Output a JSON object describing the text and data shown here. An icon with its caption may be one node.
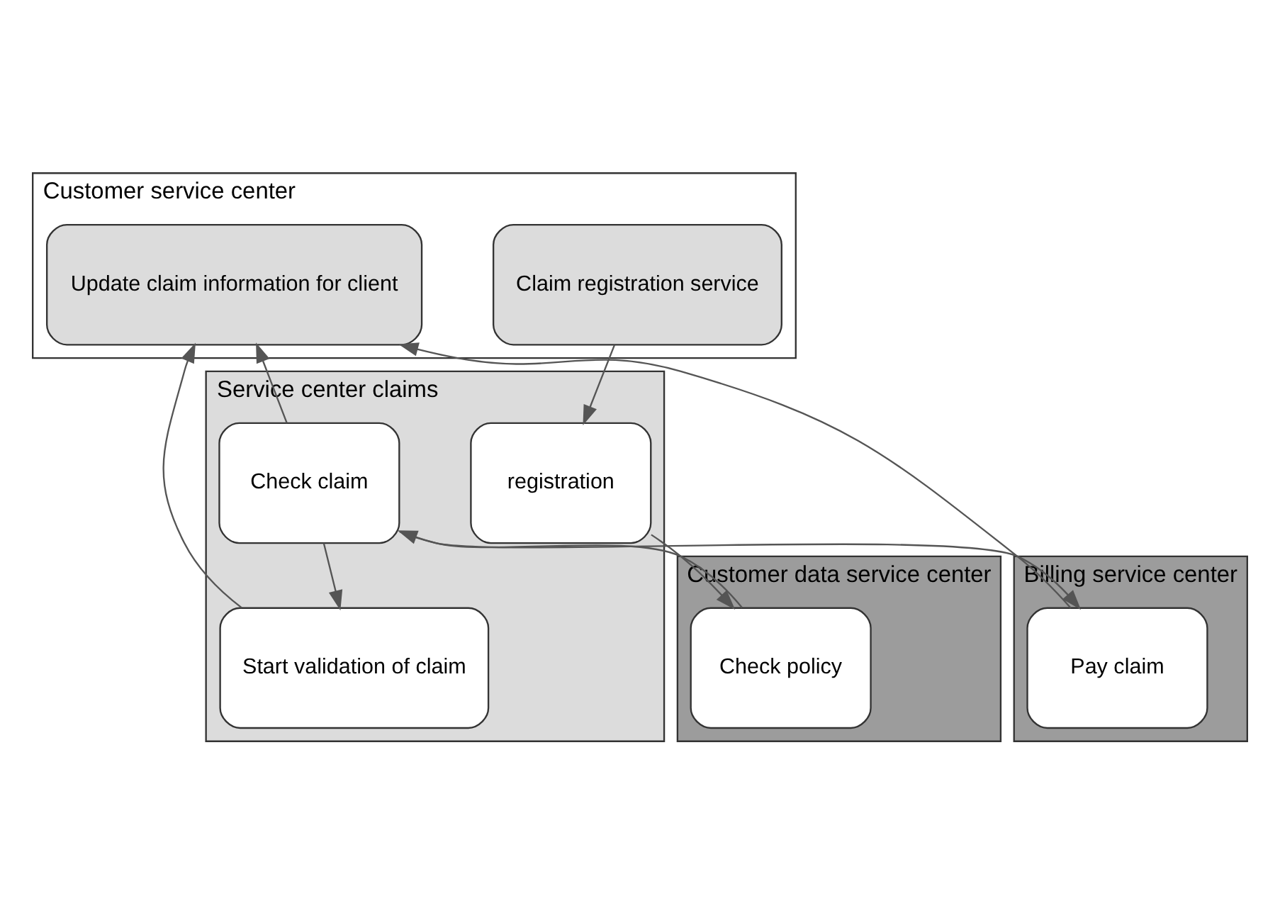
{
  "diagram": {
    "nodes": [
      {
        "text": [
          "Customer service center"
        ]
      },
      {
        "text": [
          "Claim registration service"
        ],
        "in": 0
      },
      {
        "text": [
          "Update claim information for client"
        ],
        "in": 0
      },
      {
        "text": [
          "Service center claims"
        ]
      },
      {
        "text": [
          "registration"
        ],
        "in": 3
      },
      {
        "text": [
          "Check claim"
        ],
        "in": 3
      },
      {
        "text": [
          "Start validation of claim"
        ],
        "in": 3
      },
      {
        "text": [
          "Customer data service center"
        ]
      },
      {
        "text": [
          "Check policy"
        ],
        "in": 7
      },
      {
        "text": [
          "Billing service center"
        ]
      },
      {
        "text": [
          "Pay claim"
        ],
        "in": 9
      }
    ],
    "edges": [
      {
        "from": 1,
        "to": 4,
        "arrow": "to"
      },
      {
        "from": 4,
        "to": 8,
        "arrow": "to"
      },
      {
        "from": 8,
        "to": 5,
        "arrow": "to"
      },
      {
        "from": 5,
        "to": 6,
        "arrow": "to"
      },
      {
        "from": 5,
        "to": 10,
        "arrow": "to"
      },
      {
        "from": 5,
        "to": 2,
        "arrow": "to"
      },
      {
        "from": 6,
        "to": 2,
        "arrow": "to"
      },
      {
        "from": 10,
        "to": 2,
        "arrow": "to"
      }
    ]
  }
}
